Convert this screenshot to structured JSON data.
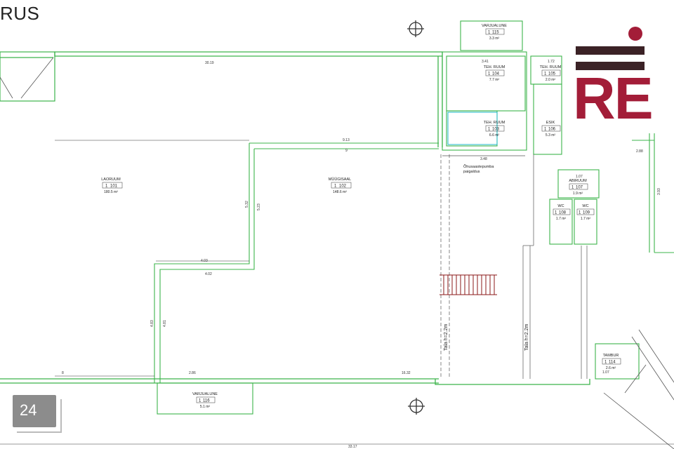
{
  "header": {
    "title": "RUS"
  },
  "logo": {
    "text": "RE",
    "color": "#a31d38",
    "bar_color": "#3b2226"
  },
  "badge": {
    "number": "24"
  },
  "colors": {
    "wall_green": "#3cb44b",
    "line_dark": "#333333",
    "cyan": "#1fb8c8",
    "stair": "#8b1a1a"
  },
  "rooms": [
    {
      "name": "LAORUUM",
      "floor": "1",
      "num": "101",
      "area": "180.5 m²"
    },
    {
      "name": "MÜÜGISAAL",
      "floor": "1",
      "num": "102",
      "area": "148.6 m²"
    },
    {
      "name": "TEH. RUUM",
      "floor": "1",
      "num": "103",
      "area": "6.6 m²"
    },
    {
      "name": "TEH. RUUM",
      "floor": "1",
      "num": "104",
      "area": "7.7 m²"
    },
    {
      "name": "TEH. RUUM",
      "floor": "1",
      "num": "105",
      "area": "2.0 m²"
    },
    {
      "name": "ESIK",
      "floor": "1",
      "num": "106",
      "area": "5.3 m²"
    },
    {
      "name": "ABIRUUM",
      "floor": "1",
      "num": "107",
      "area": "1.9 m²"
    },
    {
      "name": "WC",
      "floor": "1",
      "num": "108",
      "area": "1.7 m²"
    },
    {
      "name": "WC",
      "floor": "1",
      "num": "109",
      "area": "1.7 m²"
    },
    {
      "name": "VARJUALUNE",
      "floor": "1",
      "num": "115",
      "area": "3.3 m²"
    },
    {
      "name": "VARJUALUNE",
      "floor": "1",
      "num": "116",
      "area": "5.1 m²"
    },
    {
      "name": "TAMBUR",
      "floor": "1",
      "num": "114",
      "area": "2.6 m²"
    }
  ],
  "dimensions": {
    "top": "30.19",
    "mid": "9.13",
    "left_inner": "9",
    "d_348": "3.48",
    "d_341": "3.41",
    "d_172": "1.72",
    "d_403": "4.03",
    "d_402": "4.02",
    "d_483": "4.83",
    "d_481": "4.81",
    "d_532": "5.32",
    "d_523": "5.23",
    "d_286": "2.86",
    "d_1632": "16.32",
    "bottom": "33.17",
    "d_107": "1.07",
    "d_393": "3.93",
    "d_288": "2.88",
    "d_8": "8",
    "d_9": "9"
  },
  "annotations": {
    "cyan_note_1": "Õhusaastepumba",
    "cyan_note_2": "paigaldus",
    "tala_1": "Tala h=2.2m",
    "tala_2": "Tala h=2.2m"
  }
}
